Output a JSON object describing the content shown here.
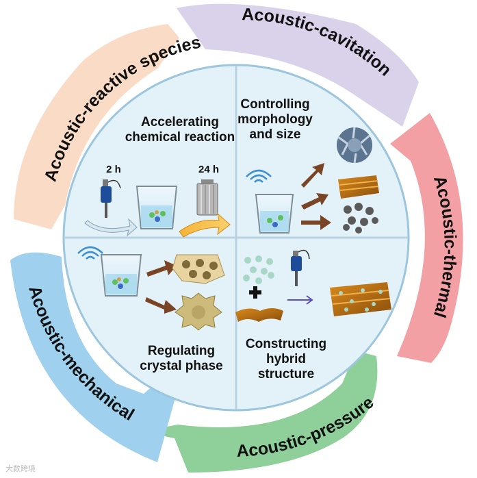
{
  "ring": {
    "cavitation": "Acoustic-cavitation",
    "thermal": "Acoustic-thermal",
    "pressure": "Acoustic-pressure",
    "mechanical": "Acoustic-mechanical",
    "reactive": "Acoustic-reactive species"
  },
  "quadrants": {
    "top_left": {
      "lines": [
        "Accelerating",
        "chemical reaction"
      ],
      "time_short": "2 h",
      "time_long": "24 h"
    },
    "top_right": {
      "lines": [
        "Controlling",
        "morphology",
        "and size"
      ]
    },
    "bottom_left": {
      "lines": [
        "Regulating",
        "crystal phase"
      ]
    },
    "bottom_right": {
      "lines": [
        "Constructing",
        "hybrid",
        "structure"
      ]
    }
  },
  "watermark": "大数跨境",
  "colors": {
    "cavitation": "#d9d2ea",
    "thermal": "#f2a0a4",
    "pressure": "#8fcf9a",
    "mechanical": "#9fd0ee",
    "reactive": "#fadcc6",
    "circle": "#e3f1f8",
    "arrow": "#7a4524"
  },
  "icons": [
    "beaker-icon",
    "sonicator-icon",
    "autoclave-icon",
    "sound-wave-icon",
    "arrow-icon",
    "plus-icon",
    "nanoflower-icon",
    "nanosheet-icon",
    "nanoparticle-icon",
    "framework-crystal-icon",
    "spiky-crystal-icon",
    "hybrid-composite-icon"
  ]
}
